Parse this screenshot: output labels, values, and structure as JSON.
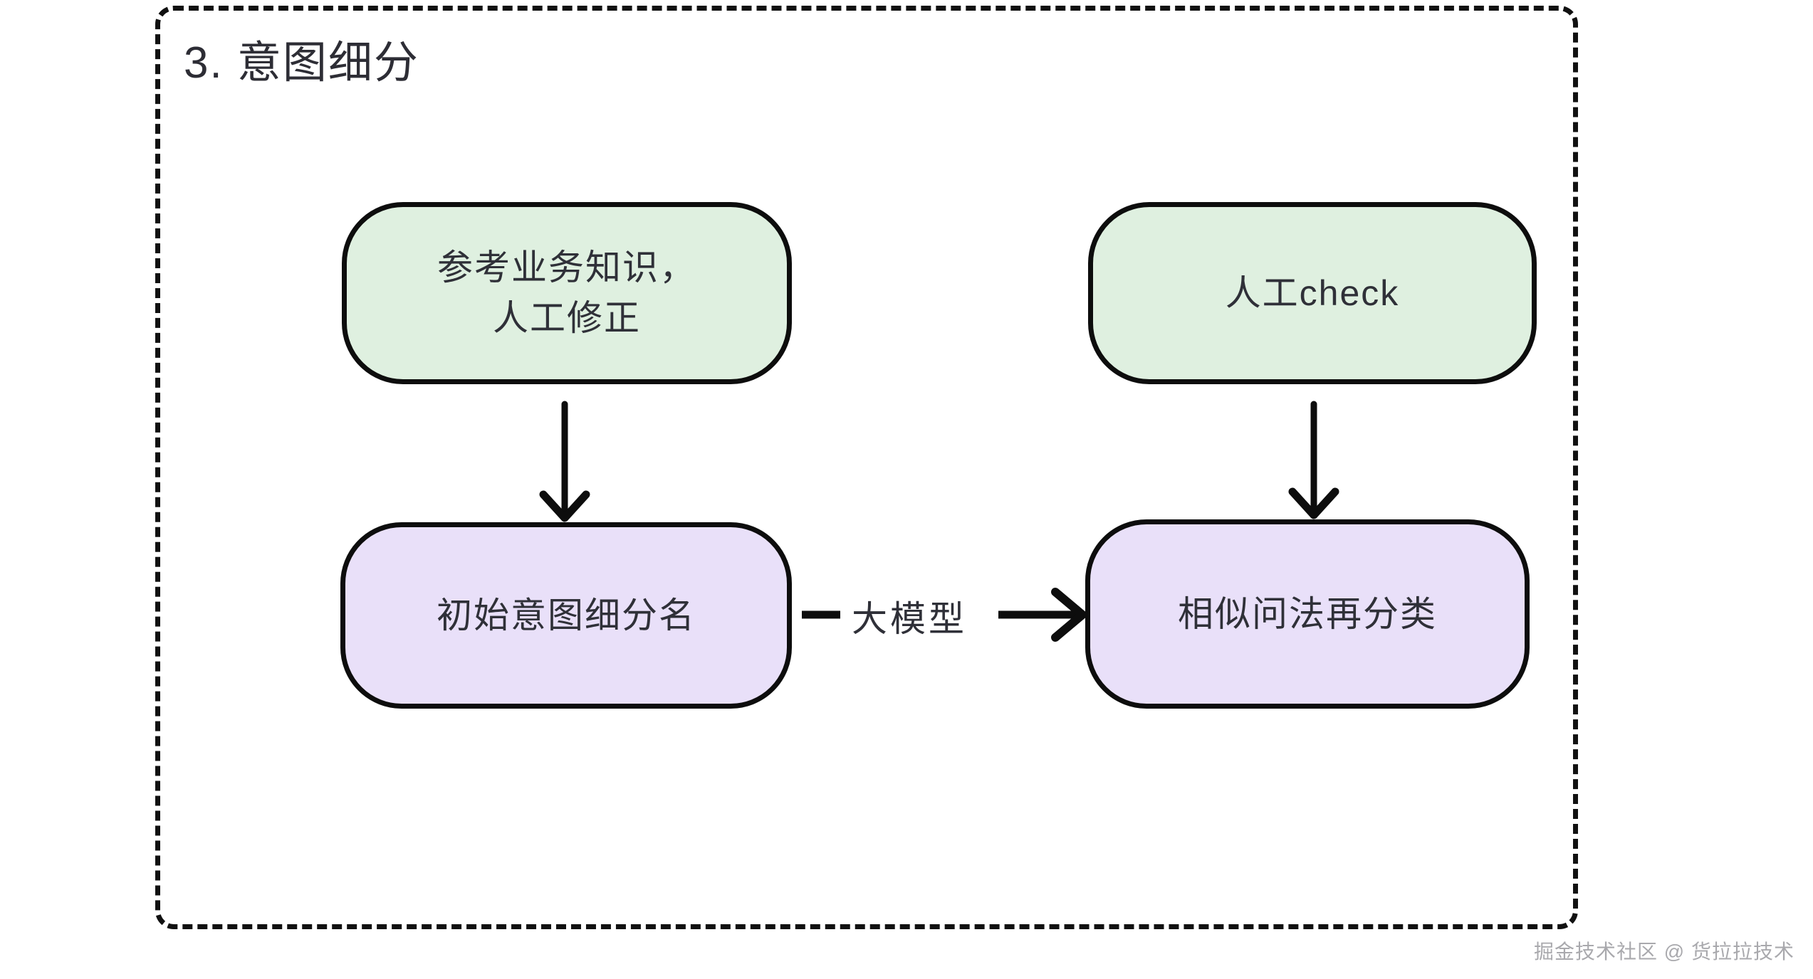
{
  "diagram": {
    "title": "3. 意图细分",
    "frame_style": "dashed-rounded-rectangle",
    "nodes": [
      {
        "id": "reference",
        "label": "参考业务知识，\n人工修正",
        "color": "#dff0e0",
        "shape": "stadium",
        "column": "left",
        "row": "top"
      },
      {
        "id": "human-check",
        "label": "人工check",
        "color": "#dff0e0",
        "shape": "stadium",
        "column": "right",
        "row": "top"
      },
      {
        "id": "initial-intent",
        "label": "初始意图细分名",
        "color": "#e9e0f9",
        "shape": "stadium",
        "column": "left",
        "row": "bottom"
      },
      {
        "id": "reclassify",
        "label": "相似问法再分类",
        "color": "#e9e0f9",
        "shape": "stadium",
        "column": "right",
        "row": "bottom"
      }
    ],
    "edges": [
      {
        "id": "e1",
        "from": "reference",
        "to": "initial-intent",
        "label": "",
        "direction": "down"
      },
      {
        "id": "e2",
        "from": "human-check",
        "to": "reclassify",
        "label": "",
        "direction": "down"
      },
      {
        "id": "e3",
        "from": "initial-intent",
        "to": "reclassify",
        "label": "大模型",
        "direction": "right"
      }
    ],
    "edge_labels": {
      "model": "大模型"
    }
  },
  "watermark": {
    "text": "掘金技术社区 @ 货拉拉技术"
  },
  "colors": {
    "green_fill": "#dff0e0",
    "purple_fill": "#e9e0f9",
    "stroke": "#0d0d0d",
    "text": "#2f3038",
    "watermark": "#a9a9ad",
    "background": "#ffffff"
  }
}
